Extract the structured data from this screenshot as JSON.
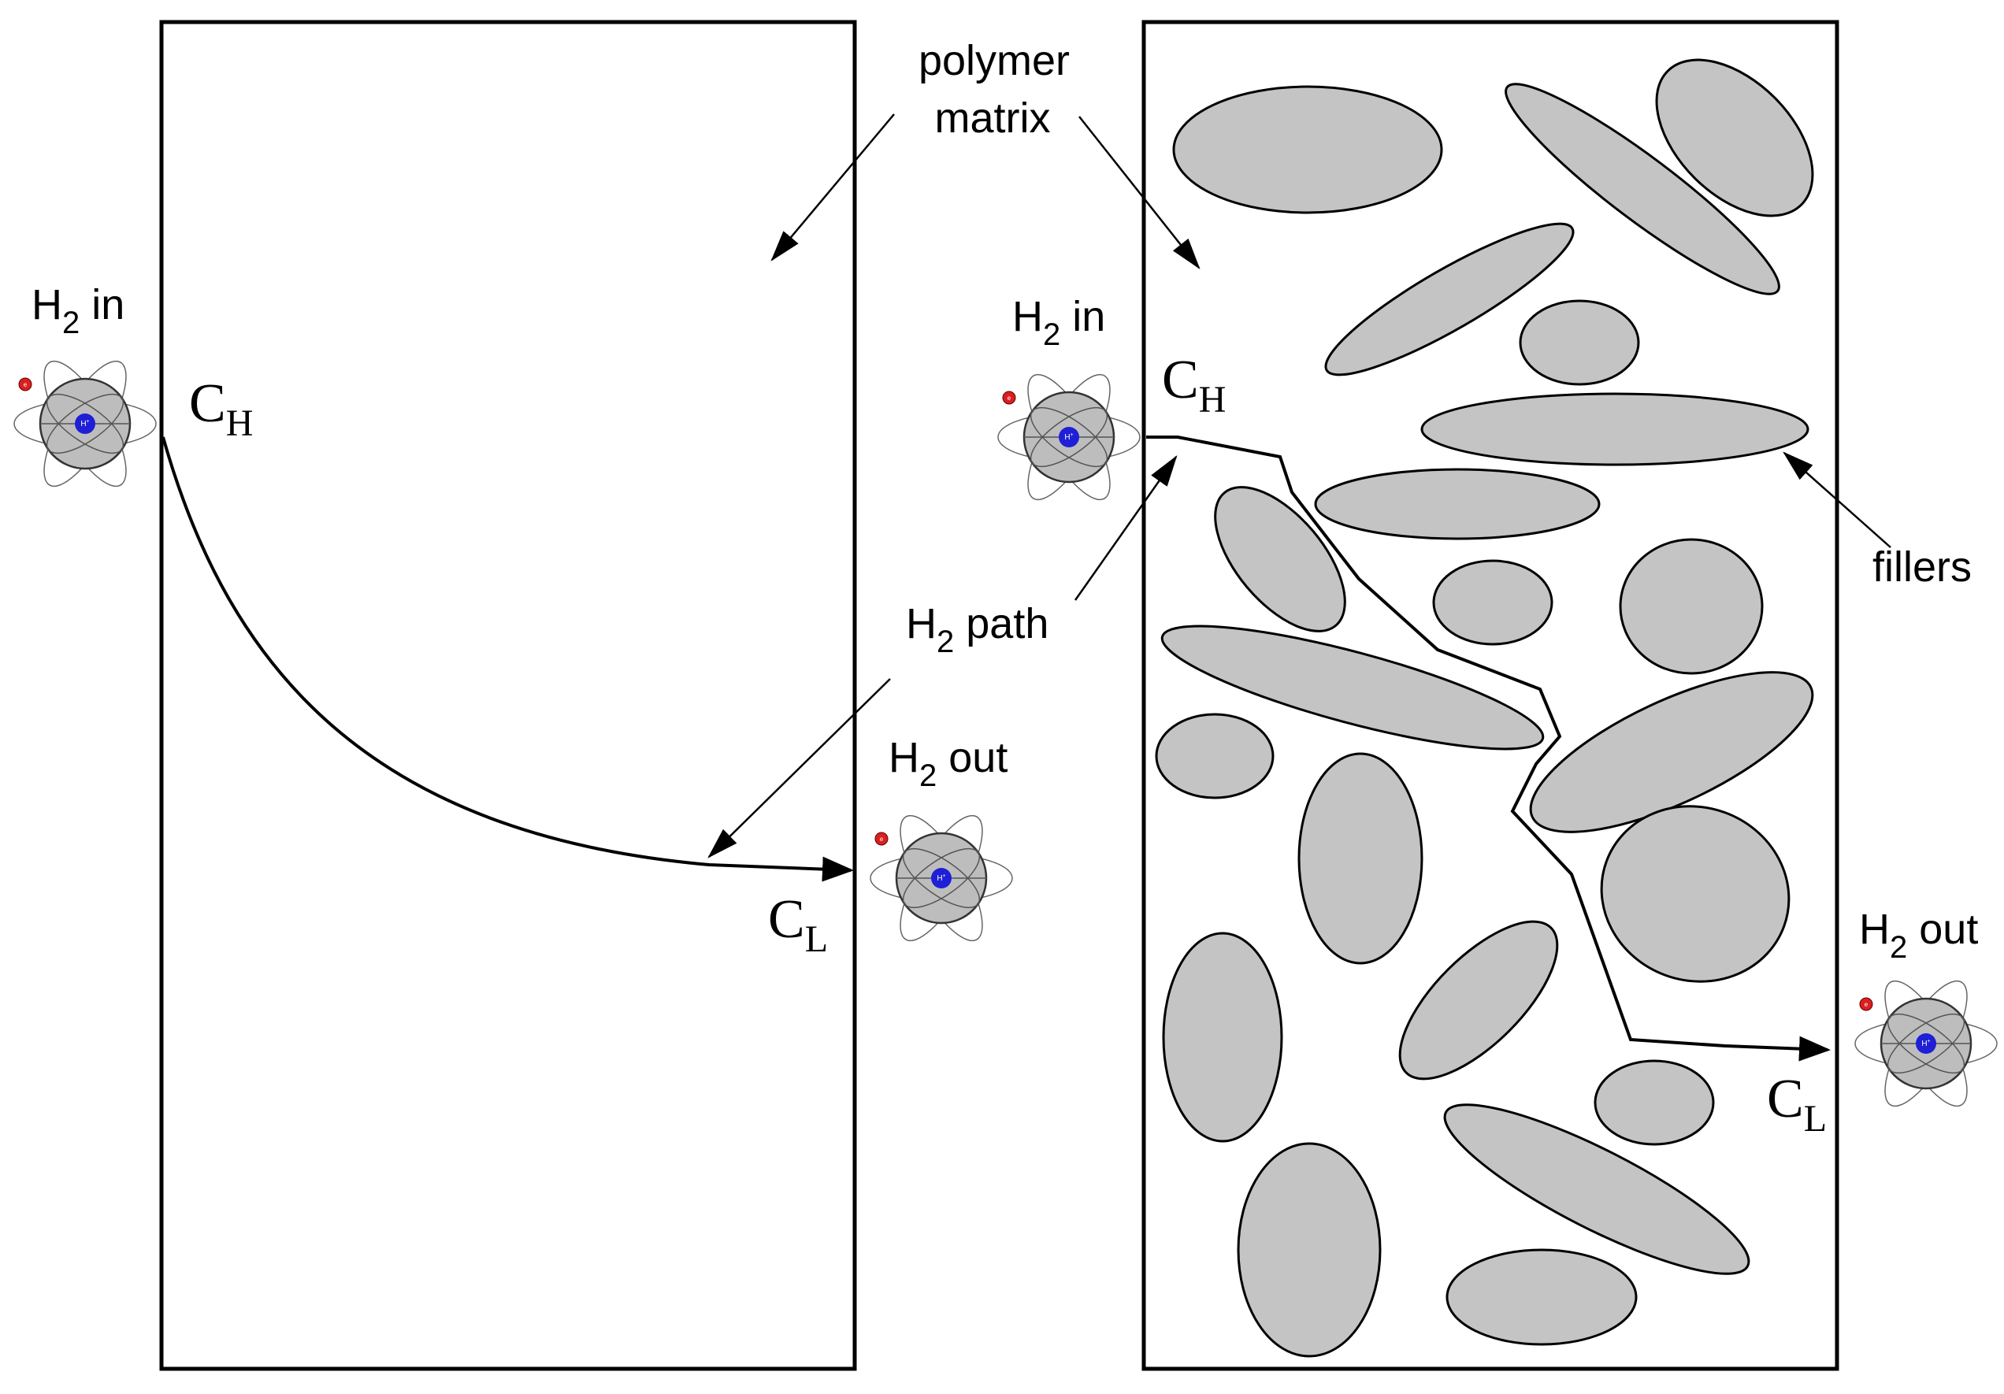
{
  "labels": {
    "polymer_matrix_line1": "polymer",
    "polymer_matrix_line2": "matrix",
    "fillers": "fillers",
    "h2_path": {
      "main": "H",
      "sub": "2",
      "rest": " path"
    }
  },
  "left_panel": {
    "h2_in": {
      "main": "H",
      "sub": "2",
      "rest": " in"
    },
    "h2_out": {
      "main": "H",
      "sub": "2",
      "rest": " out"
    },
    "c_high": {
      "main": "C",
      "sub": "H"
    },
    "c_low": {
      "main": "C",
      "sub": "L"
    }
  },
  "right_panel": {
    "h2_in": {
      "main": "H",
      "sub": "2",
      "rest": " in"
    },
    "h2_out": {
      "main": "H",
      "sub": "2",
      "rest": " out"
    },
    "c_high": {
      "main": "C",
      "sub": "H"
    },
    "c_low": {
      "main": "C",
      "sub": "L"
    }
  },
  "atom": {
    "nucleus_label": "H",
    "nucleus_label_sup": "+",
    "electron_label": "e"
  },
  "colors": {
    "filler_fill": "#c4c4c4",
    "atom_fill": "#bdbdbd",
    "nucleus": "#1f1fd6",
    "electron": "#d92020",
    "stroke": "#000000"
  }
}
